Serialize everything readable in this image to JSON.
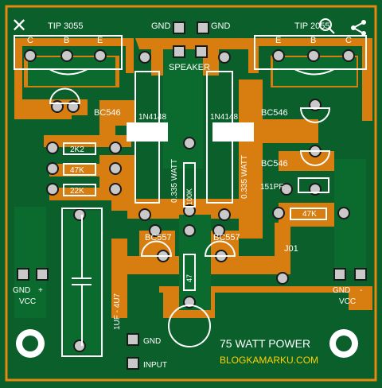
{
  "viewer": {
    "close_glyph": "✕",
    "search_icon": "search-icon",
    "share_icon": "share-icon"
  },
  "pcb": {
    "colors": {
      "background": "#0a5f2b",
      "board": "#0b6b2f",
      "copper": "#d87d10",
      "silkscreen": "#ffffff",
      "pad": "#c9c9c9",
      "edge": "#f5a300"
    },
    "labels": {
      "tip_left": "TIP 3055",
      "tip_right": "TIP 2055",
      "gnd_top_left": "GND",
      "gnd_top_right": "GND",
      "speaker": "SPEAKER",
      "c1": "C",
      "b1": "B",
      "e1": "E",
      "e2": "E",
      "b2": "B",
      "c2": "C",
      "bc546_left": "BC546",
      "bc546_right_top": "BC546",
      "bc546_right_bottom": "BC546",
      "diode_left": "1N4148",
      "diode_right": "1N4148",
      "r_2k2": "2K2",
      "r_47k_left": "47K",
      "r_22k": "22K",
      "watt_left": "0.335 WATT",
      "watt_right": "0.335 WATT",
      "r_100k": "100K",
      "cap_151pf": "151PF",
      "r_47k_right": "47K",
      "bc557_left": "BC557",
      "bc557_right": "BC557",
      "j01": "J01",
      "r_47": "47",
      "cap_1uf": "1UF - 4U7",
      "gnd_left": "GND",
      "plus_left": "+",
      "vcc_left": "VCC",
      "gnd_right": "GND",
      "minus_right": "-",
      "vcc_right": "VCC",
      "gnd_input": "GND",
      "input": "INPUT",
      "title": "75 WATT POWER",
      "site": "BLOGKAMARKU.COM"
    }
  }
}
